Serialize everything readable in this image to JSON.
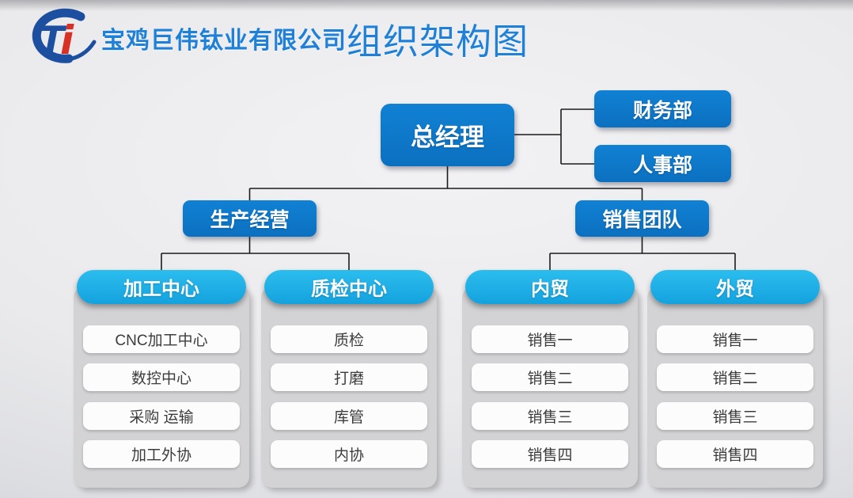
{
  "header": {
    "company": "宝鸡巨伟钛业有限公司",
    "title": "组织架构图",
    "logo": {
      "t": "T",
      "i": "i"
    }
  },
  "colors": {
    "title_blue": "#1f80d8",
    "logo_blue": "#1d4fa0",
    "logo_red": "#d93025",
    "node_blue": "#0d76c6",
    "pill_cyan": "#1aaee4",
    "panel_gray": "#d3d3d5",
    "item_bg": "#fcfcfc",
    "item_text": "#3c3c3c",
    "connector": "#1b1b1b"
  },
  "org": {
    "root": "总经理",
    "staff": [
      "财务部",
      "人事部"
    ],
    "branches": [
      {
        "label": "生产经营",
        "children": [
          {
            "label": "加工中心",
            "items": [
              "CNC加工中心",
              "数控中心",
              "采购 运输",
              "加工外协"
            ]
          },
          {
            "label": "质检中心",
            "items": [
              "质检",
              "打磨",
              "库管",
              "内协"
            ]
          }
        ]
      },
      {
        "label": "销售团队",
        "children": [
          {
            "label": "内贸",
            "items": [
              "销售一",
              "销售二",
              "销售三",
              "销售四"
            ]
          },
          {
            "label": "外贸",
            "items": [
              "销售一",
              "销售二",
              "销售三",
              "销售四"
            ]
          }
        ]
      }
    ]
  }
}
